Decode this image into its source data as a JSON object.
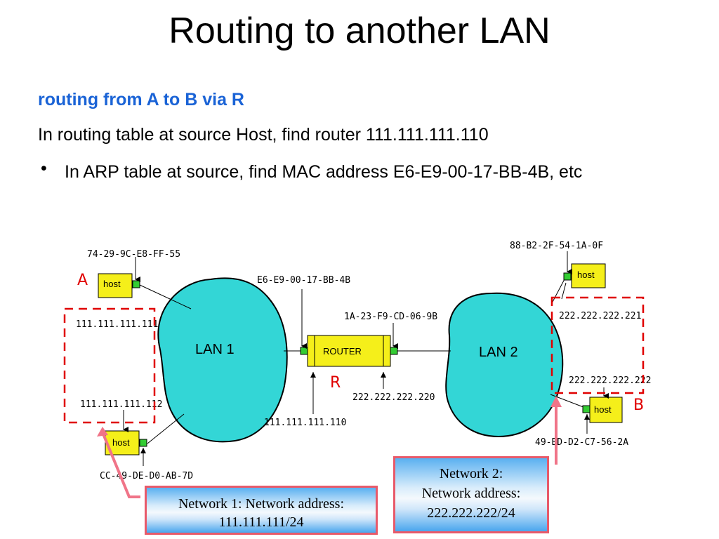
{
  "slide": {
    "title": "Routing to another LAN",
    "subtitle": "routing from A to B via R",
    "line1": "In routing table at source Host, find router 111.111.111.110",
    "bullet": "In ARP table at source, find MAC address E6-E9-00-17-BB-4B, etc"
  },
  "diagram": {
    "lan1": "LAN 1",
    "lan2": "LAN 2",
    "router": "ROUTER",
    "host": "host",
    "label_a": "A",
    "label_b": "B",
    "label_r": "R",
    "mac_a": "74-29-9C-E8-FF-55",
    "mac_router_lan1": "E6-E9-00-17-BB-4B",
    "mac_router_lan2": "1A-23-F9-CD-06-9B",
    "mac_host_top_right": "88-B2-2F-54-1A-0F",
    "mac_b": "49-BD-D2-C7-56-2A",
    "mac_host_bottom_left": "CC-49-DE-D0-AB-7D",
    "ip_a": "111.111.111.111",
    "ip_host_bottom_left": "111.111.111.112",
    "ip_router_lan1": "111.111.111.110",
    "ip_router_lan2": "222.222.222.220",
    "ip_host_top_right": "222.222.222.221",
    "ip_b": "222.222.222.222"
  },
  "callouts": {
    "network1_line1": "Network 1:  Network address:",
    "network1_line2": "111.111.111/24",
    "network2_line1": "Network 2:",
    "network2_line2": "Network address:",
    "network2_line3": "222.222.222/24"
  },
  "colors": {
    "subtitle": "#1a63d6",
    "lan_fill": "#33d6d6",
    "host_fill": "#f5ef1a",
    "port_green": "#33cc33",
    "dashed_red": "#e00000",
    "callout_border": "#e85a6a"
  }
}
